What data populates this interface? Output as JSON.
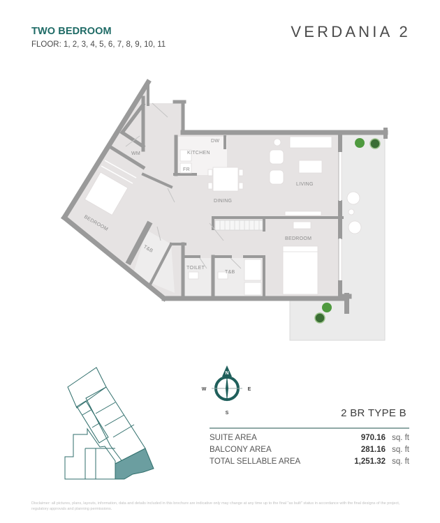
{
  "header": {
    "title": "TWO BEDROOM",
    "floors": "FLOOR: 1, 2, 3, 4, 5, 6, 7, 8, 9, 10, 11",
    "brand": "VERDANIA 2"
  },
  "floor_plan": {
    "rooms": {
      "kitchen": "KITCHEN",
      "dw": "DW",
      "fr": "FR",
      "wm": "WM",
      "dining": "DINING",
      "living": "LIVING",
      "bedroom_1": "BEDROOM",
      "bedroom_2": "BEDROOM",
      "tb_1": "T&B",
      "tb_2": "T&B",
      "toilet": "TOILET"
    },
    "colors": {
      "wall": "#9a9a9a",
      "floor": "#e6e3e3",
      "balcony": "#ebebeb",
      "plant": "#4f9a3f"
    }
  },
  "compass": {
    "n": "N",
    "s": "S",
    "e": "E",
    "w": "W",
    "color": "#1f5f5b"
  },
  "key_plan": {
    "highlight_color": "#6b9ea0",
    "line_color": "#2f6e6b"
  },
  "unit": {
    "type": "2 BR TYPE B",
    "areas": [
      {
        "label": "SUITE AREA",
        "value": "970.16",
        "unit": "sq. ft"
      },
      {
        "label": "BALCONY AREA",
        "value": "281.16",
        "unit": "sq. ft"
      },
      {
        "label": "TOTAL SELLABLE AREA",
        "value": "1,251.32",
        "unit": "sq. ft"
      }
    ]
  },
  "disclaimer": "Disclaimer: all pictures, plans, layouts, information, data and details included in this brochure are indicative only may change at any time up to the final \"as built\" status in accordance with the final designs of the project, regulatory approvals and planning permissions."
}
